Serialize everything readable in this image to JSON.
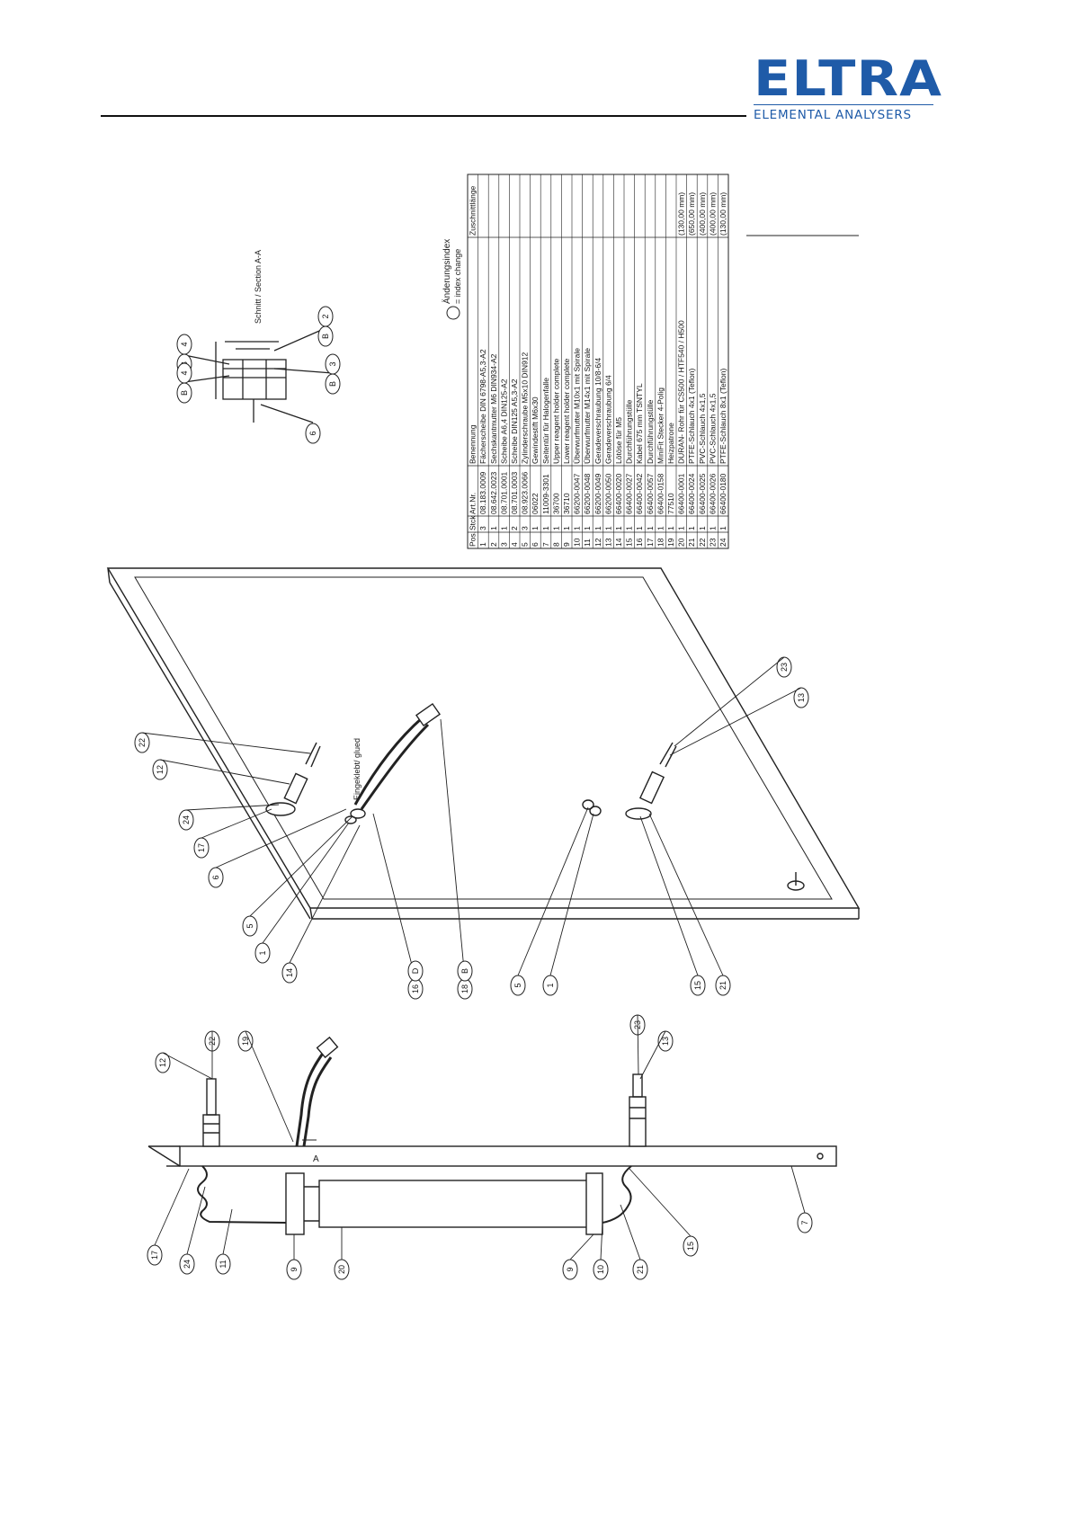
{
  "logo": {
    "word": "ELTRA",
    "tagline": "ELEMENTAL ANALYSERS",
    "color": "#1f5ba8"
  },
  "section": {
    "title": "Schnitt / Section A-A",
    "label_a": "A"
  },
  "legend": {
    "line1": "Änderungsindex",
    "line2": "= index change"
  },
  "table": {
    "headers": [
      "Pos.",
      "Stck",
      "Art.Nr.",
      "Benennung",
      "Zuschnittlänge"
    ],
    "rows": [
      [
        "1",
        "3",
        "08.183.0009",
        "Fächerscheibe DIN 6798-A5,3-A2",
        ""
      ],
      [
        "2",
        "1",
        "08.642.0023",
        "Sechskantmutter M6 DIN934-A2",
        ""
      ],
      [
        "3",
        "1",
        "08.701.0001",
        "Scheibe A6,4 DIN125-A2",
        ""
      ],
      [
        "4",
        "2",
        "08.701.0003",
        "Scheibe DIN125 A5,3-A2",
        ""
      ],
      [
        "5",
        "3",
        "08.923.0066",
        "Zylinderschraube M5x10 DIN912",
        ""
      ],
      [
        "6",
        "1",
        "06022",
        "Gewindestift M6x30",
        ""
      ],
      [
        "7",
        "1",
        "11009-3301",
        "Seitentür für Halogenfalle",
        ""
      ],
      [
        "8",
        "1",
        "36700",
        "Upper reagent holder complete",
        ""
      ],
      [
        "9",
        "1",
        "36710",
        "Lower reagent holder complete",
        ""
      ],
      [
        "10",
        "1",
        "66200-0047",
        "Überwurfmutter M10x1 mit Spirale",
        ""
      ],
      [
        "11",
        "1",
        "66200-0048",
        "Überwurfmutter M14x1 mit Spirale",
        ""
      ],
      [
        "12",
        "1",
        "66200-0049",
        "Geradeverschraubung 10/8-6/4",
        ""
      ],
      [
        "13",
        "1",
        "66200-0050",
        "Geradeverschraubung 6/4",
        ""
      ],
      [
        "14",
        "1",
        "66400-0020",
        "Lötöse für M5",
        ""
      ],
      [
        "15",
        "1",
        "66400-0027",
        "Durchführungstülle",
        ""
      ],
      [
        "16",
        "1",
        "66400-0042",
        "Kabel 675 mm TSNTYL",
        ""
      ],
      [
        "17",
        "1",
        "66400-0057",
        "Durchführungstülle",
        ""
      ],
      [
        "18",
        "1",
        "66400-0158",
        "MiniFit Stecker 4-Polig",
        ""
      ],
      [
        "19",
        "1",
        "77510",
        "Heizpatrone",
        ""
      ],
      [
        "20",
        "1",
        "66400-0001",
        "DURAN- Rohr für CS500 / HTF540 / H500",
        "(130,00 mm)"
      ],
      [
        "21",
        "1",
        "66400-0024",
        "PTFE-Schlauch 4x1 (Teflon)",
        "(650,00 mm)"
      ],
      [
        "22",
        "1",
        "66400-0025",
        "PVC-Schlauch 4x1,5",
        "(400,00 mm)"
      ],
      [
        "23",
        "1",
        "66400-0026",
        "PVC-Schlauch 4x1,5",
        "(400,00 mm)"
      ],
      [
        "24",
        "1",
        "66400-0180",
        "PTFE-Schlauch 8x1 (Teflon)",
        "(130,00 mm)"
      ]
    ]
  },
  "callouts": {
    "section": [
      "4",
      "B",
      "4",
      "B",
      "2",
      "B",
      "3",
      "B",
      "6"
    ],
    "upper": [
      "22",
      "12",
      "24",
      "17",
      "6",
      "5",
      "1",
      "14",
      "16",
      "D",
      "18",
      "B",
      "5",
      "1",
      "15",
      "21",
      "23",
      "13"
    ],
    "side": [
      "12",
      "22",
      "19",
      "23",
      "13",
      "17",
      "24",
      "11",
      "9",
      "20",
      "9",
      "10",
      "21",
      "15",
      "7"
    ]
  },
  "annotation": {
    "glued": "Eingeklebt/ glued"
  }
}
